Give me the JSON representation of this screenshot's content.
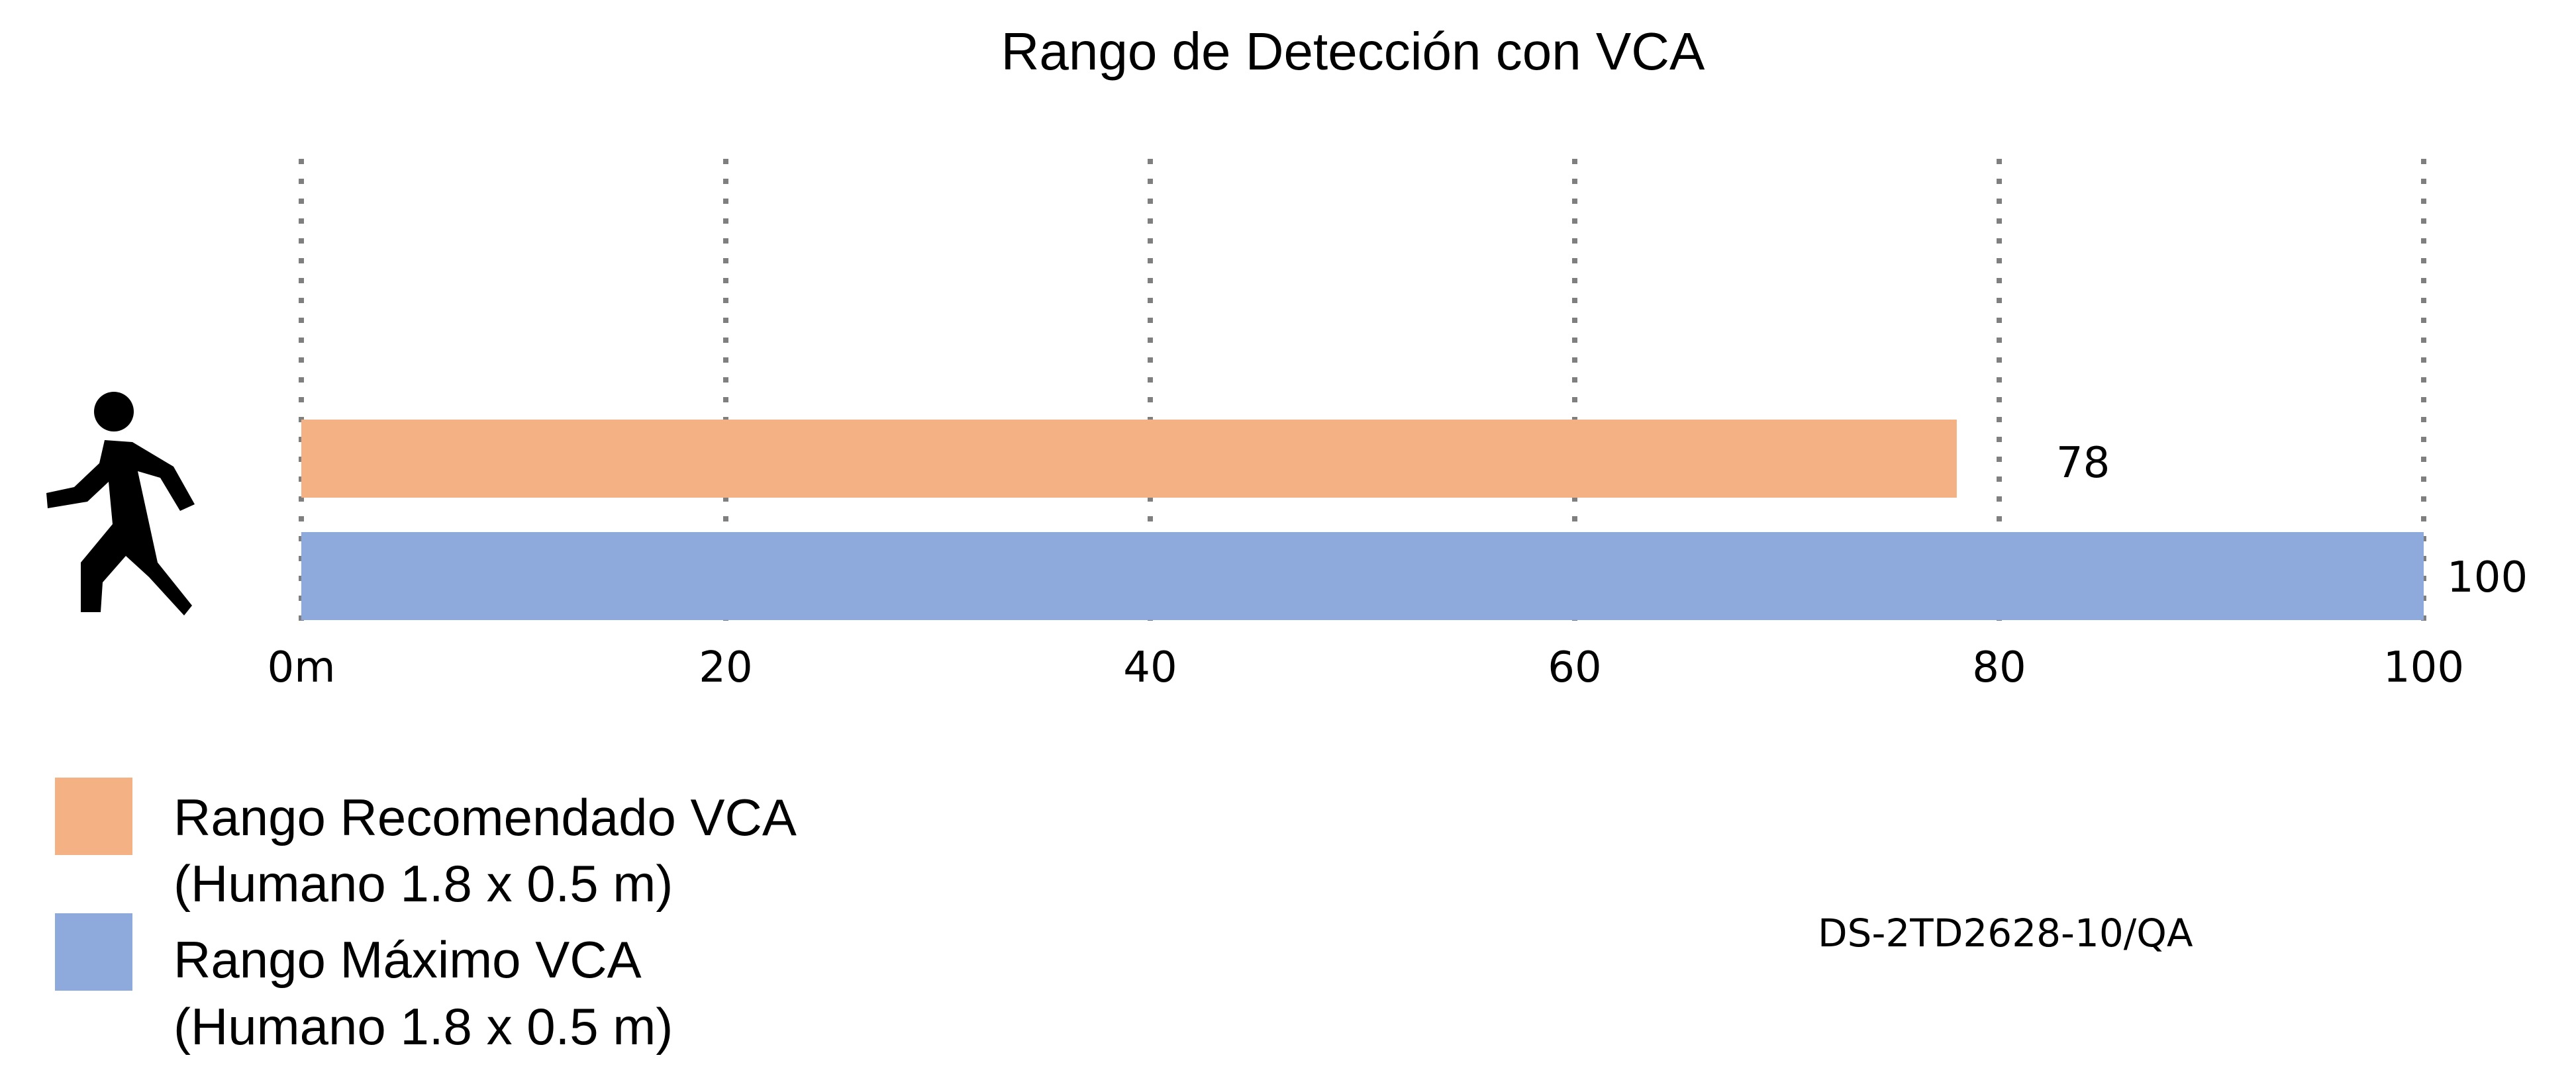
{
  "chart_data": {
    "type": "bar",
    "orientation": "horizontal",
    "title": "Rango de Detección con VCA",
    "xlim": [
      0,
      100
    ],
    "ticks": [
      {
        "value": 0,
        "label": "0m"
      },
      {
        "value": 20,
        "label": "20"
      },
      {
        "value": 40,
        "label": "40"
      },
      {
        "value": 60,
        "label": "60"
      },
      {
        "value": 80,
        "label": "80"
      },
      {
        "value": 100,
        "label": "100"
      }
    ],
    "grid": "vertical-dotted",
    "series": [
      {
        "name": "Rango Recomendado VCA",
        "note": "(Humano 1.8 x 0.5 m)",
        "value": 78,
        "label": "78",
        "color": "#F4B183"
      },
      {
        "name": "Rango Máximo VCA",
        "note": "(Humano 1.8 x 0.5 m)",
        "value": 100,
        "label": "100",
        "color": "#8EA9DB"
      }
    ],
    "legend_position": "bottom-left",
    "annotation": "DS-2TD2628-10/QA",
    "icon": "walking-person-icon",
    "grid_color": "#7F7F7F"
  }
}
